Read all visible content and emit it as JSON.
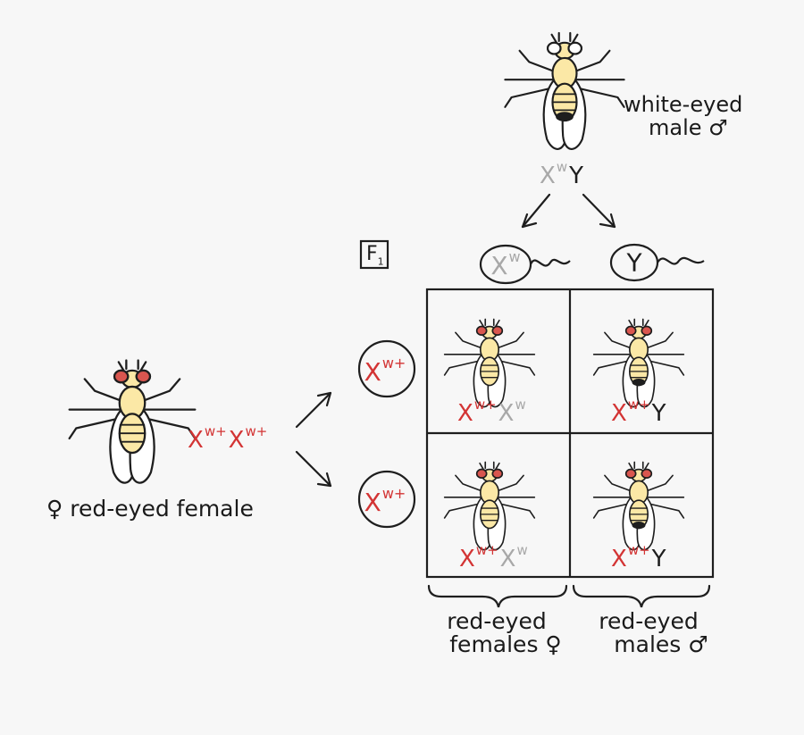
{
  "labels": {
    "male_line1": "white-eyed",
    "male_line2": "male",
    "male_symbol": "♂",
    "female_symbol": "♀",
    "female_label": "red-eyed female",
    "f1": "F",
    "f1_sub": "1",
    "bottom_left_line1": "red-eyed",
    "bottom_left_line2": "females",
    "bottom_right_line1": "red-eyed",
    "bottom_right_line2": "males"
  },
  "genotypes": {
    "male": {
      "x": "X",
      "x_allele": "w",
      "y": "Y"
    },
    "female": {
      "x1": "X",
      "a1": "w+",
      "x2": "X",
      "a2": "w+"
    },
    "gamete_male_x": {
      "x": "X",
      "allele": "w"
    },
    "gamete_male_y": {
      "y": "Y"
    },
    "gamete_female_1": {
      "x": "X",
      "allele": "w+"
    },
    "gamete_female_2": {
      "x": "X",
      "allele": "w+"
    },
    "cell_tl": {
      "x1": "X",
      "a1": "w+",
      "x2": "X",
      "a2": "w"
    },
    "cell_tr": {
      "x1": "X",
      "a1": "w+",
      "y": "Y"
    },
    "cell_bl": {
      "x1": "X",
      "a1": "w+",
      "x2": "X",
      "a2": "w"
    },
    "cell_br": {
      "x1": "X",
      "a1": "w+",
      "y": "Y"
    }
  },
  "colors": {
    "red_allele": "#d33434",
    "white_allele": "#a8a8a8",
    "ink": "#1e1e1e",
    "body_yellow": "#fbe8a6",
    "red_eye": "#d9564f",
    "white_eye": "#ffffff"
  }
}
